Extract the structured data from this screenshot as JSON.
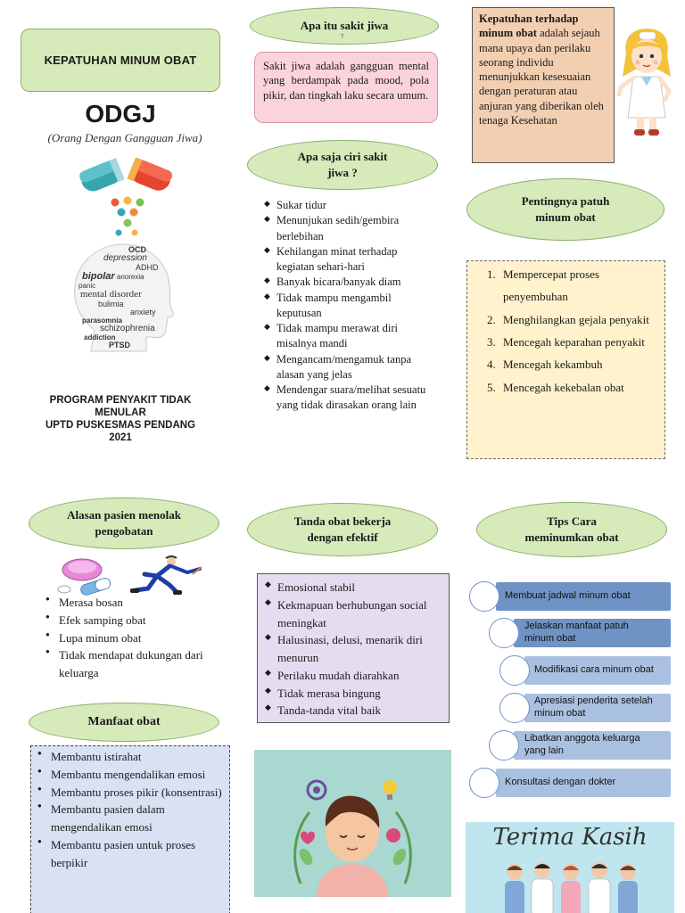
{
  "left_panel": {
    "title_box": "KEPATUHAN MINUM OBAT",
    "main_title": "ODGJ",
    "subtitle": "(Orang Dengan Gangguan Jiwa)",
    "word_cloud": [
      "OCD",
      "depression",
      "ADHD",
      "bipolar",
      "anorexia",
      "panic",
      "mental disorder",
      "bulimia",
      "anxiety",
      "parasomnia",
      "schizophrenia",
      "addiction",
      "PTSD"
    ],
    "program": "PROGRAM PENYAKIT TIDAK MENULAR",
    "org": "UPTD PUSKESMAS PENDANG",
    "year": "2021"
  },
  "mid_top": {
    "oval1": "Apa itu sakit jiwa",
    "oval1_tail": "?",
    "definition": "Sakit jiwa adalah gangguan mental yang berdampak pada mood, pola pikir, dan tingkah laku secara umum.",
    "oval2": "Apa saja ciri sakit jiwa ?",
    "ciri": [
      "Sukar tidur",
      "Menunjukan sedih/gembira berlebihan",
      "Kehilangan minat terhadap kegiatan sehari-hari",
      "Banyak bicara/banyak diam",
      "Tidak mampu mengambil keputusan",
      "Tidak mampu merawat diri misalnya mandi",
      "Mengancam/mengamuk tanpa alasan yang jelas",
      "Mendengar suara/melihat sesuatu yang tidak dirasakan orang lain"
    ]
  },
  "right_top": {
    "definition_bold": "Kepatuhan terhadap minum obat",
    "definition_rest": " adalah sejauh mana upaya dan perilaku seorang individu menunjukkan kesesuaian dengan peraturan atau anjuran yang diberikan oleh tenaga Kesehatan",
    "oval": "Pentingnya patuh minum obat",
    "reasons": [
      "Mempercepat proses penyembuhan",
      "Menghilangkan gejala penyakit",
      "Mencegah keparahan penyakit",
      "Mencegah kekambuh",
      "Mencegah kekebalan obat"
    ]
  },
  "bottom_left": {
    "oval1": "Alasan pasien menolak pengobatan",
    "alasan": [
      "Merasa bosan",
      "Efek samping obat",
      "Lupa minum obat",
      "Tidak mendapat dukungan dari keluarga"
    ],
    "oval2": "Manfaat obat",
    "manfaat": [
      "Membantu istirahat",
      "Membantu mengendalikan emosi",
      "Membantu proses pikir (konsentrasi)",
      "Membantu pasien dalam mengendalikan emosi",
      "Membantu pasien untuk proses berpikir"
    ]
  },
  "bottom_mid": {
    "oval": "Tanda obat bekerja dengan efektif",
    "tanda": [
      "Emosional stabil",
      "Kekmapuan berhubungan social meningkat",
      "Halusinasi, delusi, menarik diri menurun",
      "Perilaku mudah diarahkan",
      "Tidak merasa bingung",
      "Tanda-tanda vital baik"
    ]
  },
  "bottom_right": {
    "oval": "Tips Cara meminumkan obat",
    "tips": [
      "Membuat jadwal minum obat",
      "Jelaskan manfaat patuh minum obat",
      "Modifikasi cara minum obat",
      "Apresiasi penderita setelah minum obat",
      "Libatkan anggota keluarga yang lain",
      "Konsultasi dengan dokter"
    ],
    "thanks": "Terima Kasih"
  },
  "colors": {
    "oval_fill": "#d6eaba",
    "definition_pink": "#fbd3dc",
    "peach": "#f2cfb1",
    "yellow_box": "#fff2cc",
    "lavender": "#e6dcef",
    "blue_box": "#d9e2f3",
    "tip_dark": "#6f93c4",
    "tip_light": "#aac0e0",
    "teal_bg": "#a8d8cf",
    "thanks_bg": "#bfe6ee"
  }
}
